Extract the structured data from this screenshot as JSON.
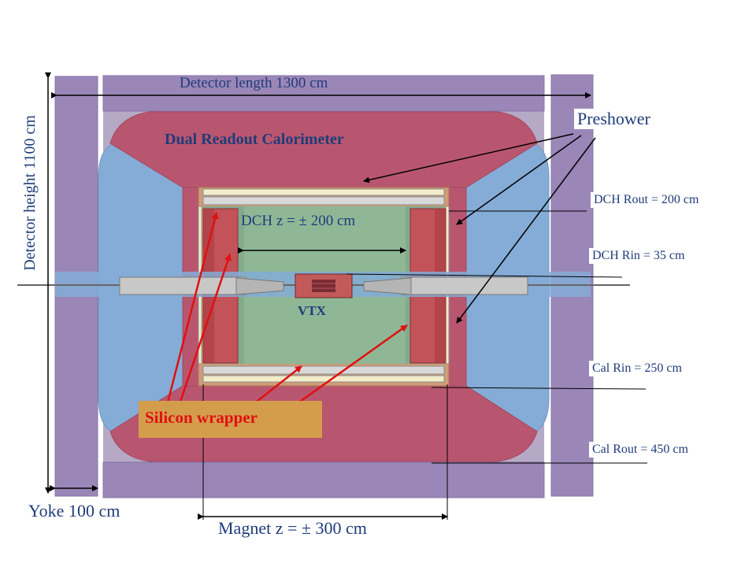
{
  "labels": {
    "detector_length": "Detector length 1300 cm",
    "detector_height": "Detector height 1100 cm",
    "calorimeter": "Dual Readout Calorimeter",
    "preshower": "Preshower",
    "dch_z": "DCH z = ± 200 cm",
    "vtx": "VTX",
    "dch_rout": "DCH Rout = 200 cm",
    "dch_rin": "DCH Rin  =    35 cm",
    "cal_rin": "Cal Rin   =  250 cm",
    "cal_rout": "Cal Rout =  450 cm",
    "silicon_wrapper": "Silicon wrapper",
    "yoke": "Yoke 100 cm",
    "magnet_z": "Magnet z = ± 300 cm"
  },
  "colors": {
    "yoke": "#9b86b8",
    "calorimeter": "#b9566f",
    "endcap": "#84acd6",
    "dch": "#84aa8c",
    "magnet": "#cf9c78",
    "silicon_label_bg": "#d49d4c",
    "annotation_red": "#e01010",
    "title_blue": "#1f3c7a"
  }
}
